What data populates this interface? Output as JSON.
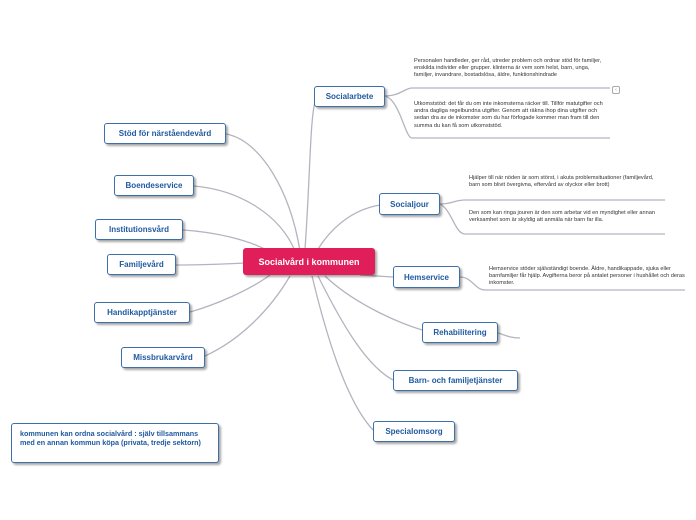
{
  "central": {
    "label": "Socialvård i kommunen"
  },
  "left_nodes": [
    {
      "label": "Stöd för närståendevård"
    },
    {
      "label": "Boendeservice"
    },
    {
      "label": "Institutionsvård"
    },
    {
      "label": "Familjevård"
    },
    {
      "label": "Handikapptjänster"
    },
    {
      "label": "Missbrukarvård"
    }
  ],
  "right_nodes": [
    {
      "label": "Socialarbete"
    },
    {
      "label": "Socialjour"
    },
    {
      "label": "Hemservice"
    },
    {
      "label": "Rehabilitering"
    },
    {
      "label": "Barn- och familjetjänster"
    },
    {
      "label": "Specialomsorg"
    }
  ],
  "notes": {
    "socialarbete_1": "Personalen handleder, ger råd, utreder problem och ordnar stöd för familjer, enskilda individer eller grupper. klinterna är vem som helst, barn, unga, familjer, invandrare, bostadslösa, äldre, funktionshindrade",
    "socialarbete_2": "Utkomststöd: det får du om inte inkomsterna räcker till. Tillför matutgifter och andra dagliga regelbundna utgifter. Genom att räkna ihop dina utgifter och sedan dra av de inkomster som du har förfogade kommer man fram till den summa du kan få som utkomststöd.",
    "socialjour_1": "Hjälper till när nöden är som störst, i akuta problemsituationer (familjevård, barn som blivit övergivna, eftervård av olyckor eller brott)",
    "socialjour_2": "Den som kan ringa jouren är den som arbetar vid en myndighet eller annan verksamhet som är skyldig att anmäla när barn far illa.",
    "hemservice_1": "Hemservice stöder självständigt boende. Äldre, handikappade, sjuka eller barnfamiljer får hjälp. Avgifterna beror på antalet personer i hushållet och deras inkomster."
  },
  "infobox": "kommunen kan ordna socialvård : själv tillsammans med en annan kommun köpa (privata, tredje sektorn)",
  "collapse_marker": "‹",
  "colors": {
    "central": "#e01f5a",
    "node_border": "#3d6fa8",
    "node_text": "#1f5aa0",
    "connector": "#b4b4c0"
  }
}
